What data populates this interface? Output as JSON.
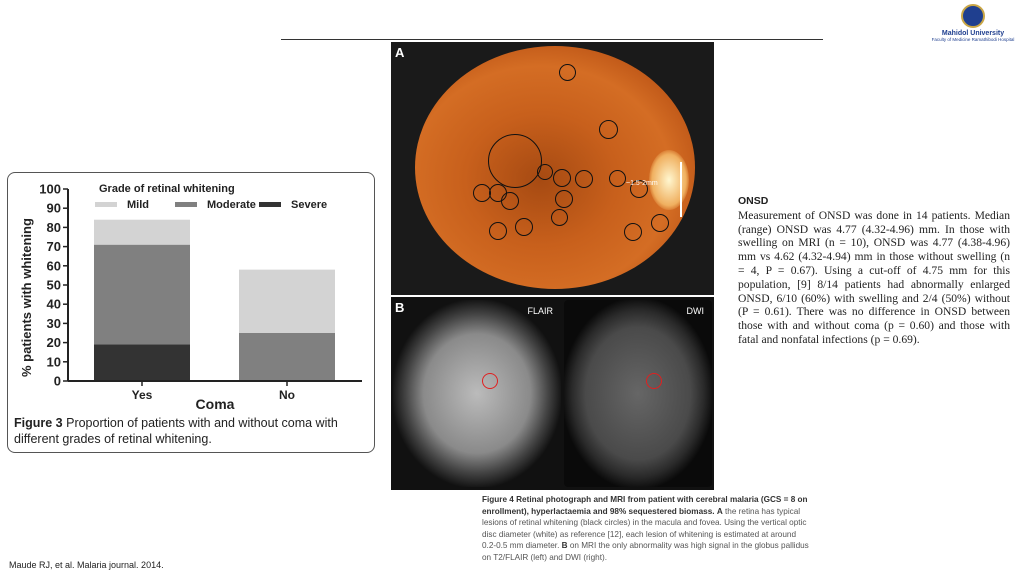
{
  "logo": {
    "name": "Mahidol University",
    "subtitle": "Faculty of Medicine Ramathibodi Hospital"
  },
  "chart_data": {
    "type": "bar",
    "stacked": true,
    "categories": [
      "Yes",
      "No"
    ],
    "series": [
      {
        "name": "Severe",
        "values": [
          19,
          0
        ],
        "color": "#333333"
      },
      {
        "name": "Moderate",
        "values": [
          52,
          25
        ],
        "color": "#808080"
      },
      {
        "name": "Mild",
        "values": [
          13,
          33
        ],
        "color": "#d3d3d3"
      }
    ],
    "legend_title": "Grade of retinal whitening",
    "legend_order": [
      "Mild",
      "Moderate",
      "Severe"
    ],
    "legend_placement": "top",
    "xlabel": "Coma",
    "ylabel": "% patients with whitening",
    "ylim": [
      0,
      100
    ],
    "yticks": [
      0,
      10,
      20,
      30,
      40,
      50,
      60,
      70,
      80,
      90,
      100
    ]
  },
  "figure3": {
    "label": "Figure 3",
    "caption": "Proportion of patients with and without coma with different grades of retinal whitening."
  },
  "figure4": {
    "panel_a": "A",
    "panel_b": "B",
    "scale_label": "~1.5-2mm",
    "flair": "FLAIR",
    "dwi": "DWI",
    "label": "Figure 4",
    "caption_bold": "Retinal photograph and MRI from patient with cerebral malaria (GCS = 8 on enrollment), hyperlactaemia and 98% sequestered biomass.",
    "a_label": "A",
    "caption_a": "the retina has typical lesions of retinal whitening (black circles) in the macula and fovea. Using the vertical optic disc diameter (white) as reference [12], each lesion of whitening is estimated at around 0.2-0.5 mm diameter.",
    "b_label": "B",
    "caption_b": "on MRI the only abnormality was high signal in the globus pallidus on T2/FLAIR (left) and DWI (right)."
  },
  "onsd": {
    "heading": "ONSD",
    "text": "Measurement of ONSD was done in 14 patients. Median (range) ONSD was 4.77 (4.32-4.96) mm. In those with swelling on MRI (n = 10), ONSD was 4.77 (4.38-4.96) mm vs 4.62 (4.32-4.94) mm in those without swelling (n = 4, P = 0.67). Using a cut-off of 4.75 mm for this population, [9] 8/14 patients had abnormally enlarged ONSD, 6/10 (60%) with swelling and 2/4 (50%) without (P = 0.61). There was no difference in ONSD between those with and without coma (p = 0.60) and those with fatal and nonfatal infections (p = 0.69)."
  },
  "citation": "Maude RJ, et al. Malaria journal. 2014."
}
